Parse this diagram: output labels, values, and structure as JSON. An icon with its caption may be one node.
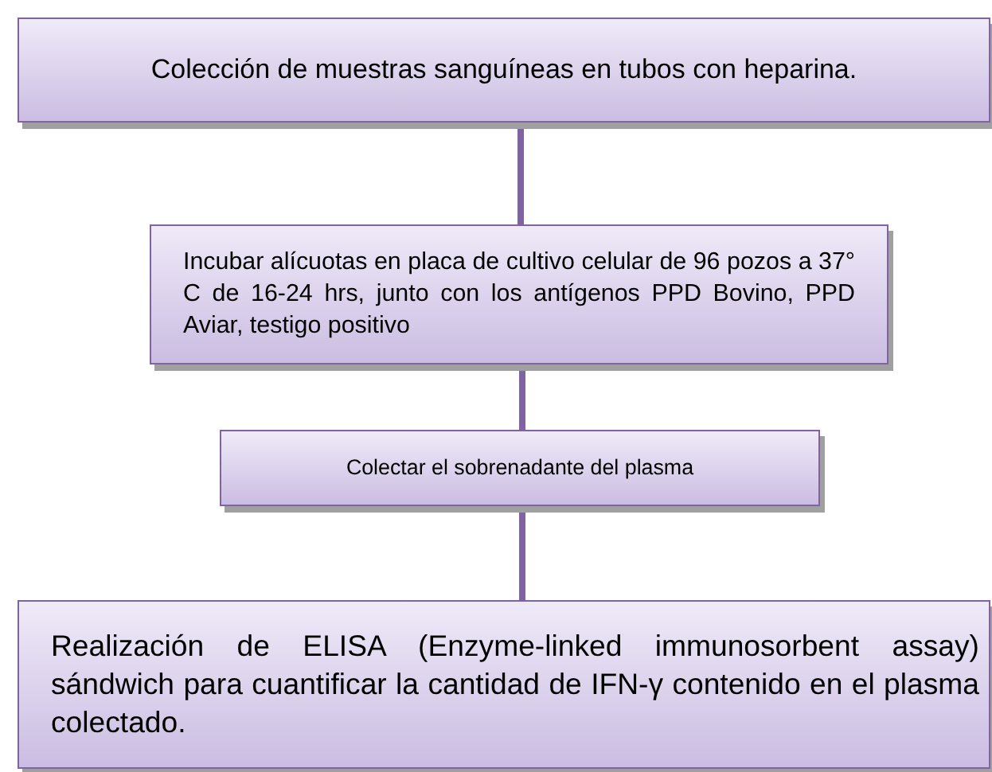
{
  "diagram": {
    "nodes": [
      {
        "text": [
          "Colección de muestras sanguíneas en tubos con heparina."
        ]
      },
      {
        "text": [
          "Incubar alícuotas en placa de cultivo celular de 96 pozos a 37° C de 16-24 hrs, junto con los antígenos PPD Bovino, PPD Aviar, testigo positivo"
        ]
      },
      {
        "text": [
          "Colectar el sobrenadante del plasma"
        ]
      },
      {
        "text": [
          "Realización de ELISA (Enzyme-linked immunosorbent assay) sándwich para cuantificar la cantidad de IFN-γ contenido en el plasma colectado."
        ]
      }
    ],
    "edges": [
      {
        "from": 0,
        "to": 1,
        "arrow": "none"
      },
      {
        "from": 1,
        "to": 2,
        "arrow": "none"
      },
      {
        "from": 2,
        "to": 3,
        "arrow": "none"
      }
    ]
  }
}
